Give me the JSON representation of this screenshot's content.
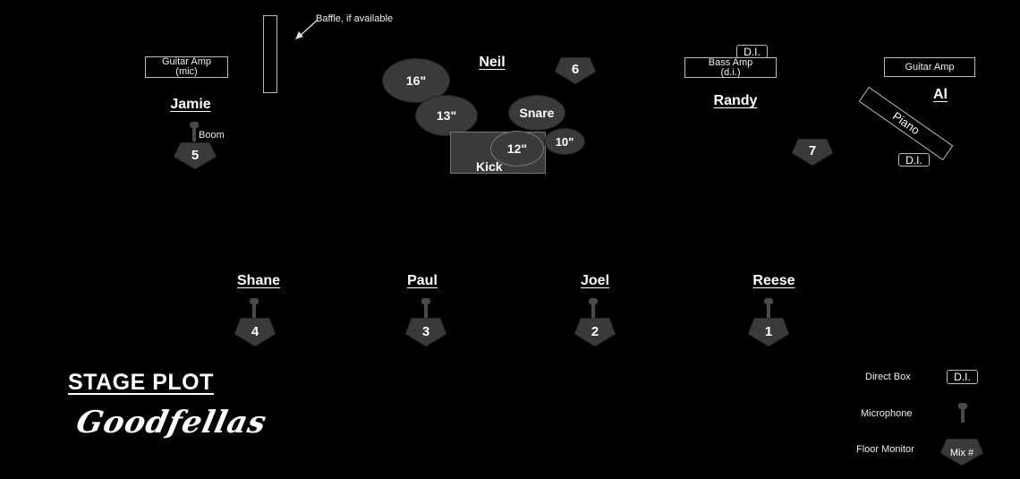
{
  "labels": {
    "baffle": "Baffle, if available",
    "guitar_amp_left_1": "Guitar Amp",
    "guitar_amp_left_2": "(mic)",
    "bass_amp_1": "Bass Amp",
    "bass_amp_2": "(d.i.)",
    "guitar_amp_right": "Guitar Amp",
    "piano": "Piano",
    "boom": "Boom",
    "kick": "Kick"
  },
  "players": {
    "jamie": "Jamie",
    "neil": "Neil",
    "randy": "Randy",
    "al": "Al",
    "shane": "Shane",
    "paul": "Paul",
    "joel": "Joel",
    "reese": "Reese"
  },
  "drums": {
    "tom16": "16\"",
    "tom13": "13\"",
    "snare": "Snare",
    "tom12": "12\"",
    "tom10": "10\""
  },
  "monitors": {
    "m1": "1",
    "m2": "2",
    "m3": "3",
    "m4": "4",
    "m5": "5",
    "m6": "6",
    "m7": "7"
  },
  "di": {
    "bass": "D.I.",
    "piano": "D.I."
  },
  "legend": {
    "direct_box": "Direct Box",
    "direct_box_symbol": "D.I.",
    "microphone": "Microphone",
    "floor_monitor": "Floor Monitor",
    "floor_monitor_symbol": "Mix #"
  },
  "title": "STAGE PLOT",
  "band_name": "Goodfellas",
  "colors": {
    "background": "#000000",
    "drum": "#3a3a3a",
    "monitor": "#3a3a3a",
    "mic": "#4a4a4a"
  }
}
